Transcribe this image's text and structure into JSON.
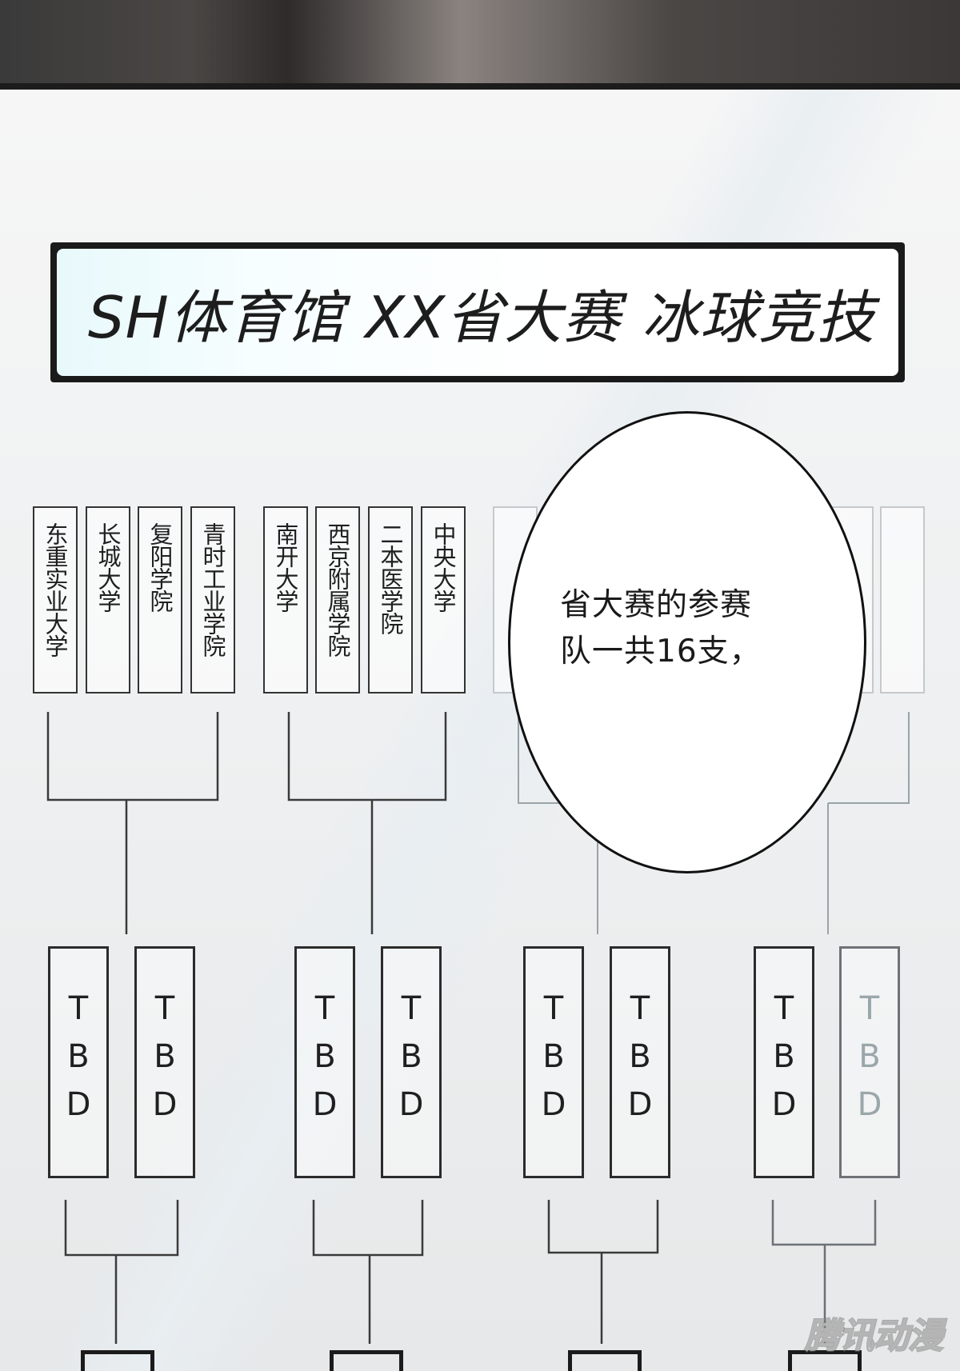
{
  "banner": {
    "venue": "SH体育馆",
    "event": "XX省大赛",
    "sport": "冰球竞技"
  },
  "teams": [
    "东重实业大学",
    "长城大学",
    "复阳学院",
    "青时工业学院",
    "南开大学",
    "西京附属学院",
    "二本医学院",
    "中央大学",
    "",
    "",
    "",
    "",
    "",
    "",
    "",
    ""
  ],
  "tbd_label": "TBD",
  "bubble": {
    "line1": "省大赛的参赛",
    "line2": "队一共16支，"
  },
  "watermark": "腾讯动漫"
}
